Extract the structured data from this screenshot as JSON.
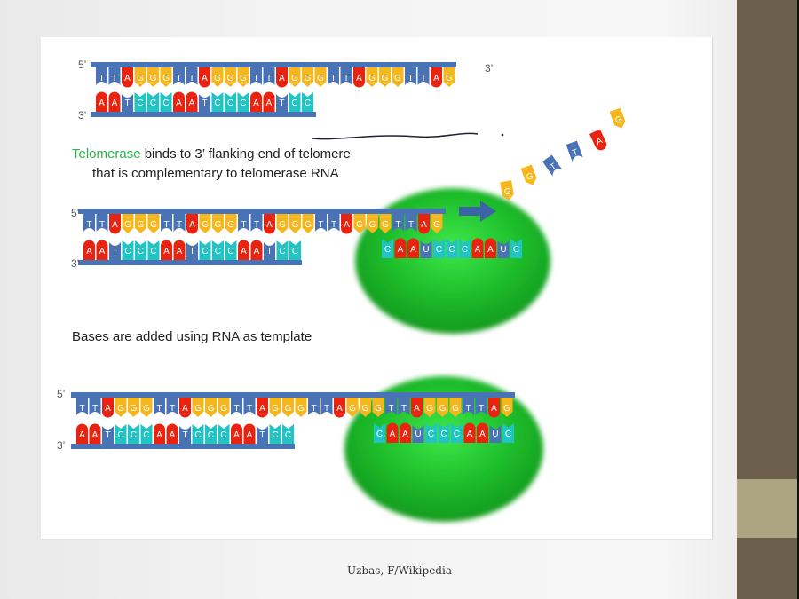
{
  "colors": {
    "A": "#e8230f",
    "T": "#4a73b5",
    "G": "#f6b71e",
    "C": "#22c3c3",
    "U": "#4a73b5",
    "backbone": "#4a73b5",
    "enzyme": "#1fbf2c",
    "sidebar": "#6b5e4b",
    "sidebar_band": "#aba681"
  },
  "panel1": {
    "label_5": "5’",
    "label_3_left": "3’",
    "label_3_right": "3’",
    "top_strand": "TTAGGGTTAGGGTTAGGGTTAGGGTTAG",
    "bottom_strand": "AATCCCAATCCCAATCC"
  },
  "text1": {
    "highlight": "Telomerase",
    "rest": " binds to 3’ flanking end of telomere",
    "line2": "that is complementary to telomerase RNA"
  },
  "panel2": {
    "label_5": "5’",
    "label_3": "3’",
    "top_strand": "TTAGGGTTAGGGTTAGGGTTAGGGTTAG",
    "bottom_strand": "AATCCCAATCCCAATCC",
    "rna_template": "CAAUCCCAAUC",
    "free_nucleotides": [
      "G",
      "G",
      "T",
      "T",
      "A",
      "G"
    ],
    "arrow_icon": "arrow-right-icon"
  },
  "text2": "Bases are added using RNA as template",
  "panel3": {
    "label_5": "5’",
    "label_3": "3’",
    "top_strand": "TTAGGGTTAGGGTTAGGGTTAGGGTTAGGGTTAG",
    "bottom_strand": "AATCCCAATCCCAATCC",
    "rna_template": "CAAUCCCAAUC"
  },
  "caption": "Uzbas, F/Wikipedia"
}
